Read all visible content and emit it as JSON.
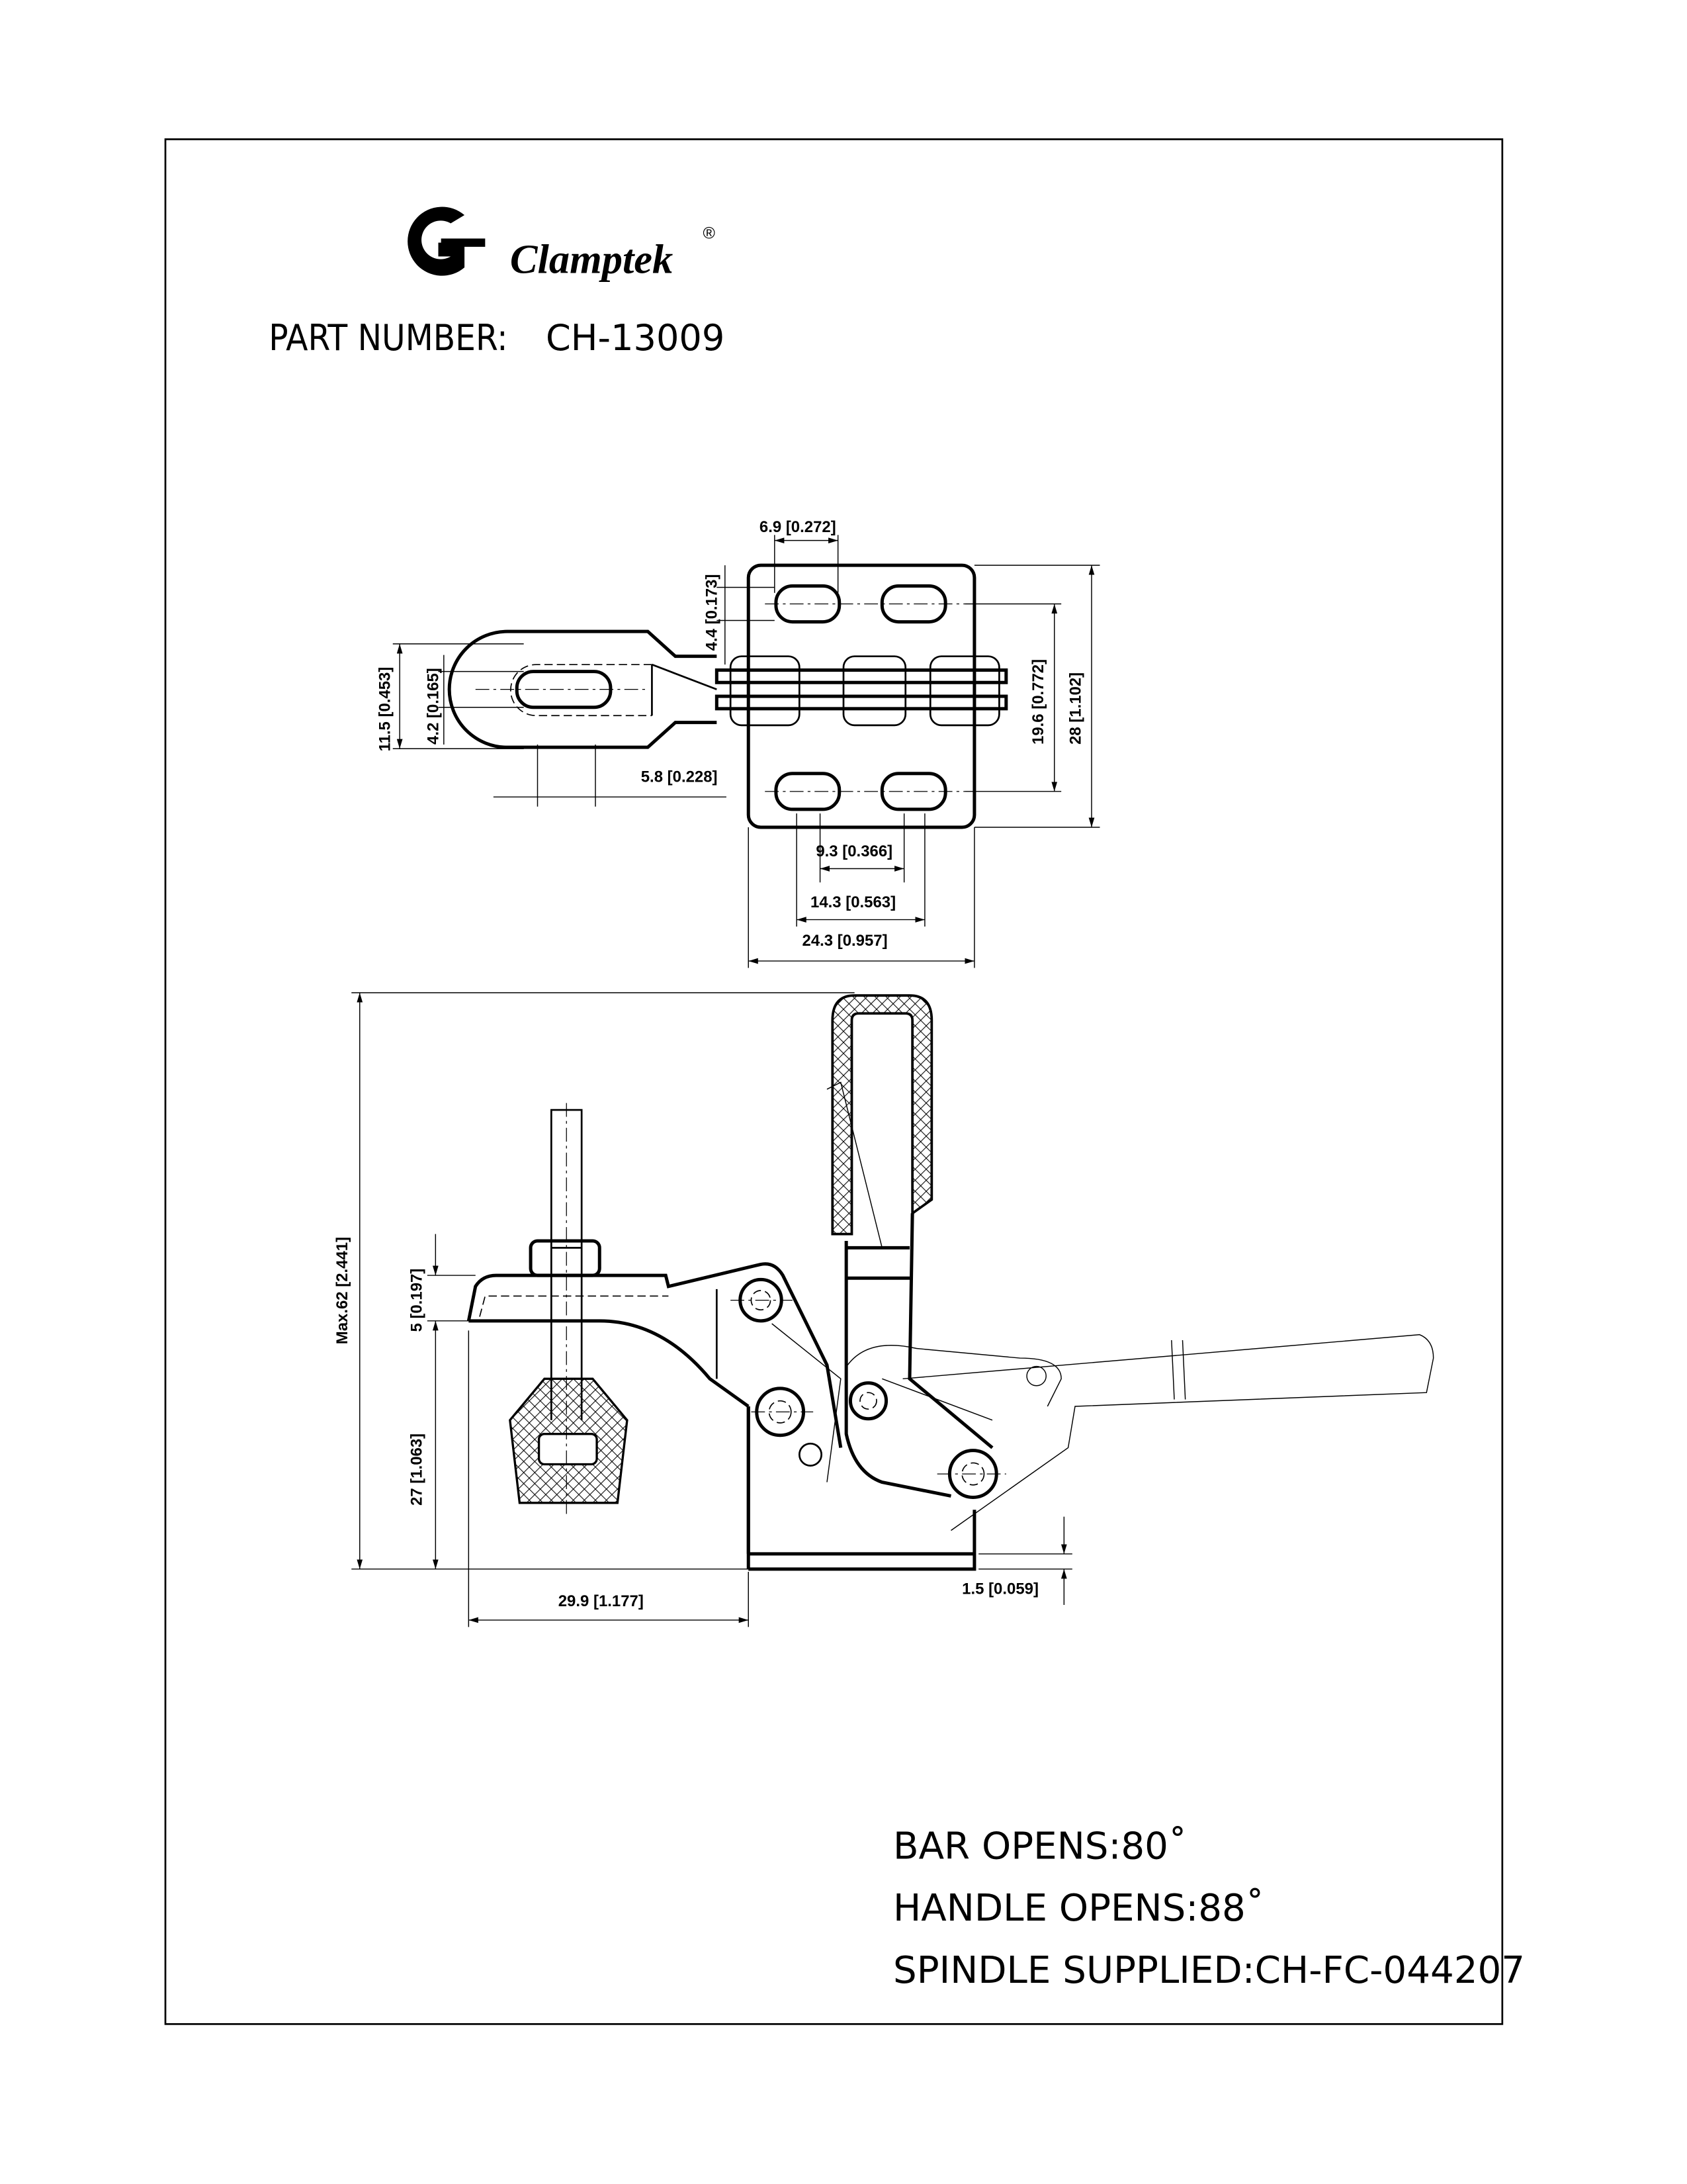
{
  "logo": {
    "brand": "Clamptek",
    "registered_mark": "®"
  },
  "part_number": {
    "label": "PART NUMBER:",
    "value": "CH-13009"
  },
  "top_view_dims": {
    "slot_width": "6.9 [0.272]",
    "slot_offset": "4.4 [0.173]",
    "bar_width": "11.5 [0.453]",
    "bar_slot_width": "4.2 [0.165]",
    "bar_slot_length": "5.8 [0.228]",
    "hole_vertical_spacing": "19.6 [0.772]",
    "base_length": "28 [1.102]",
    "slot_inner_spacing": "9.3 [0.366]",
    "slot_center_spacing": "14.3 [0.563]",
    "base_width": "24.3 [0.957]"
  },
  "side_view_dims": {
    "max_height": "Max.62 [2.441]",
    "bar_thickness": "5 [0.197]",
    "bar_height": "27 [1.063]",
    "bar_reach": "29.9 [1.177]",
    "base_thickness": "1.5 [0.059]"
  },
  "notes": [
    "BAR OPENS:80˚",
    "HANDLE OPENS:88˚",
    "SPINDLE SUPPLIED:CH-FC-044207"
  ]
}
